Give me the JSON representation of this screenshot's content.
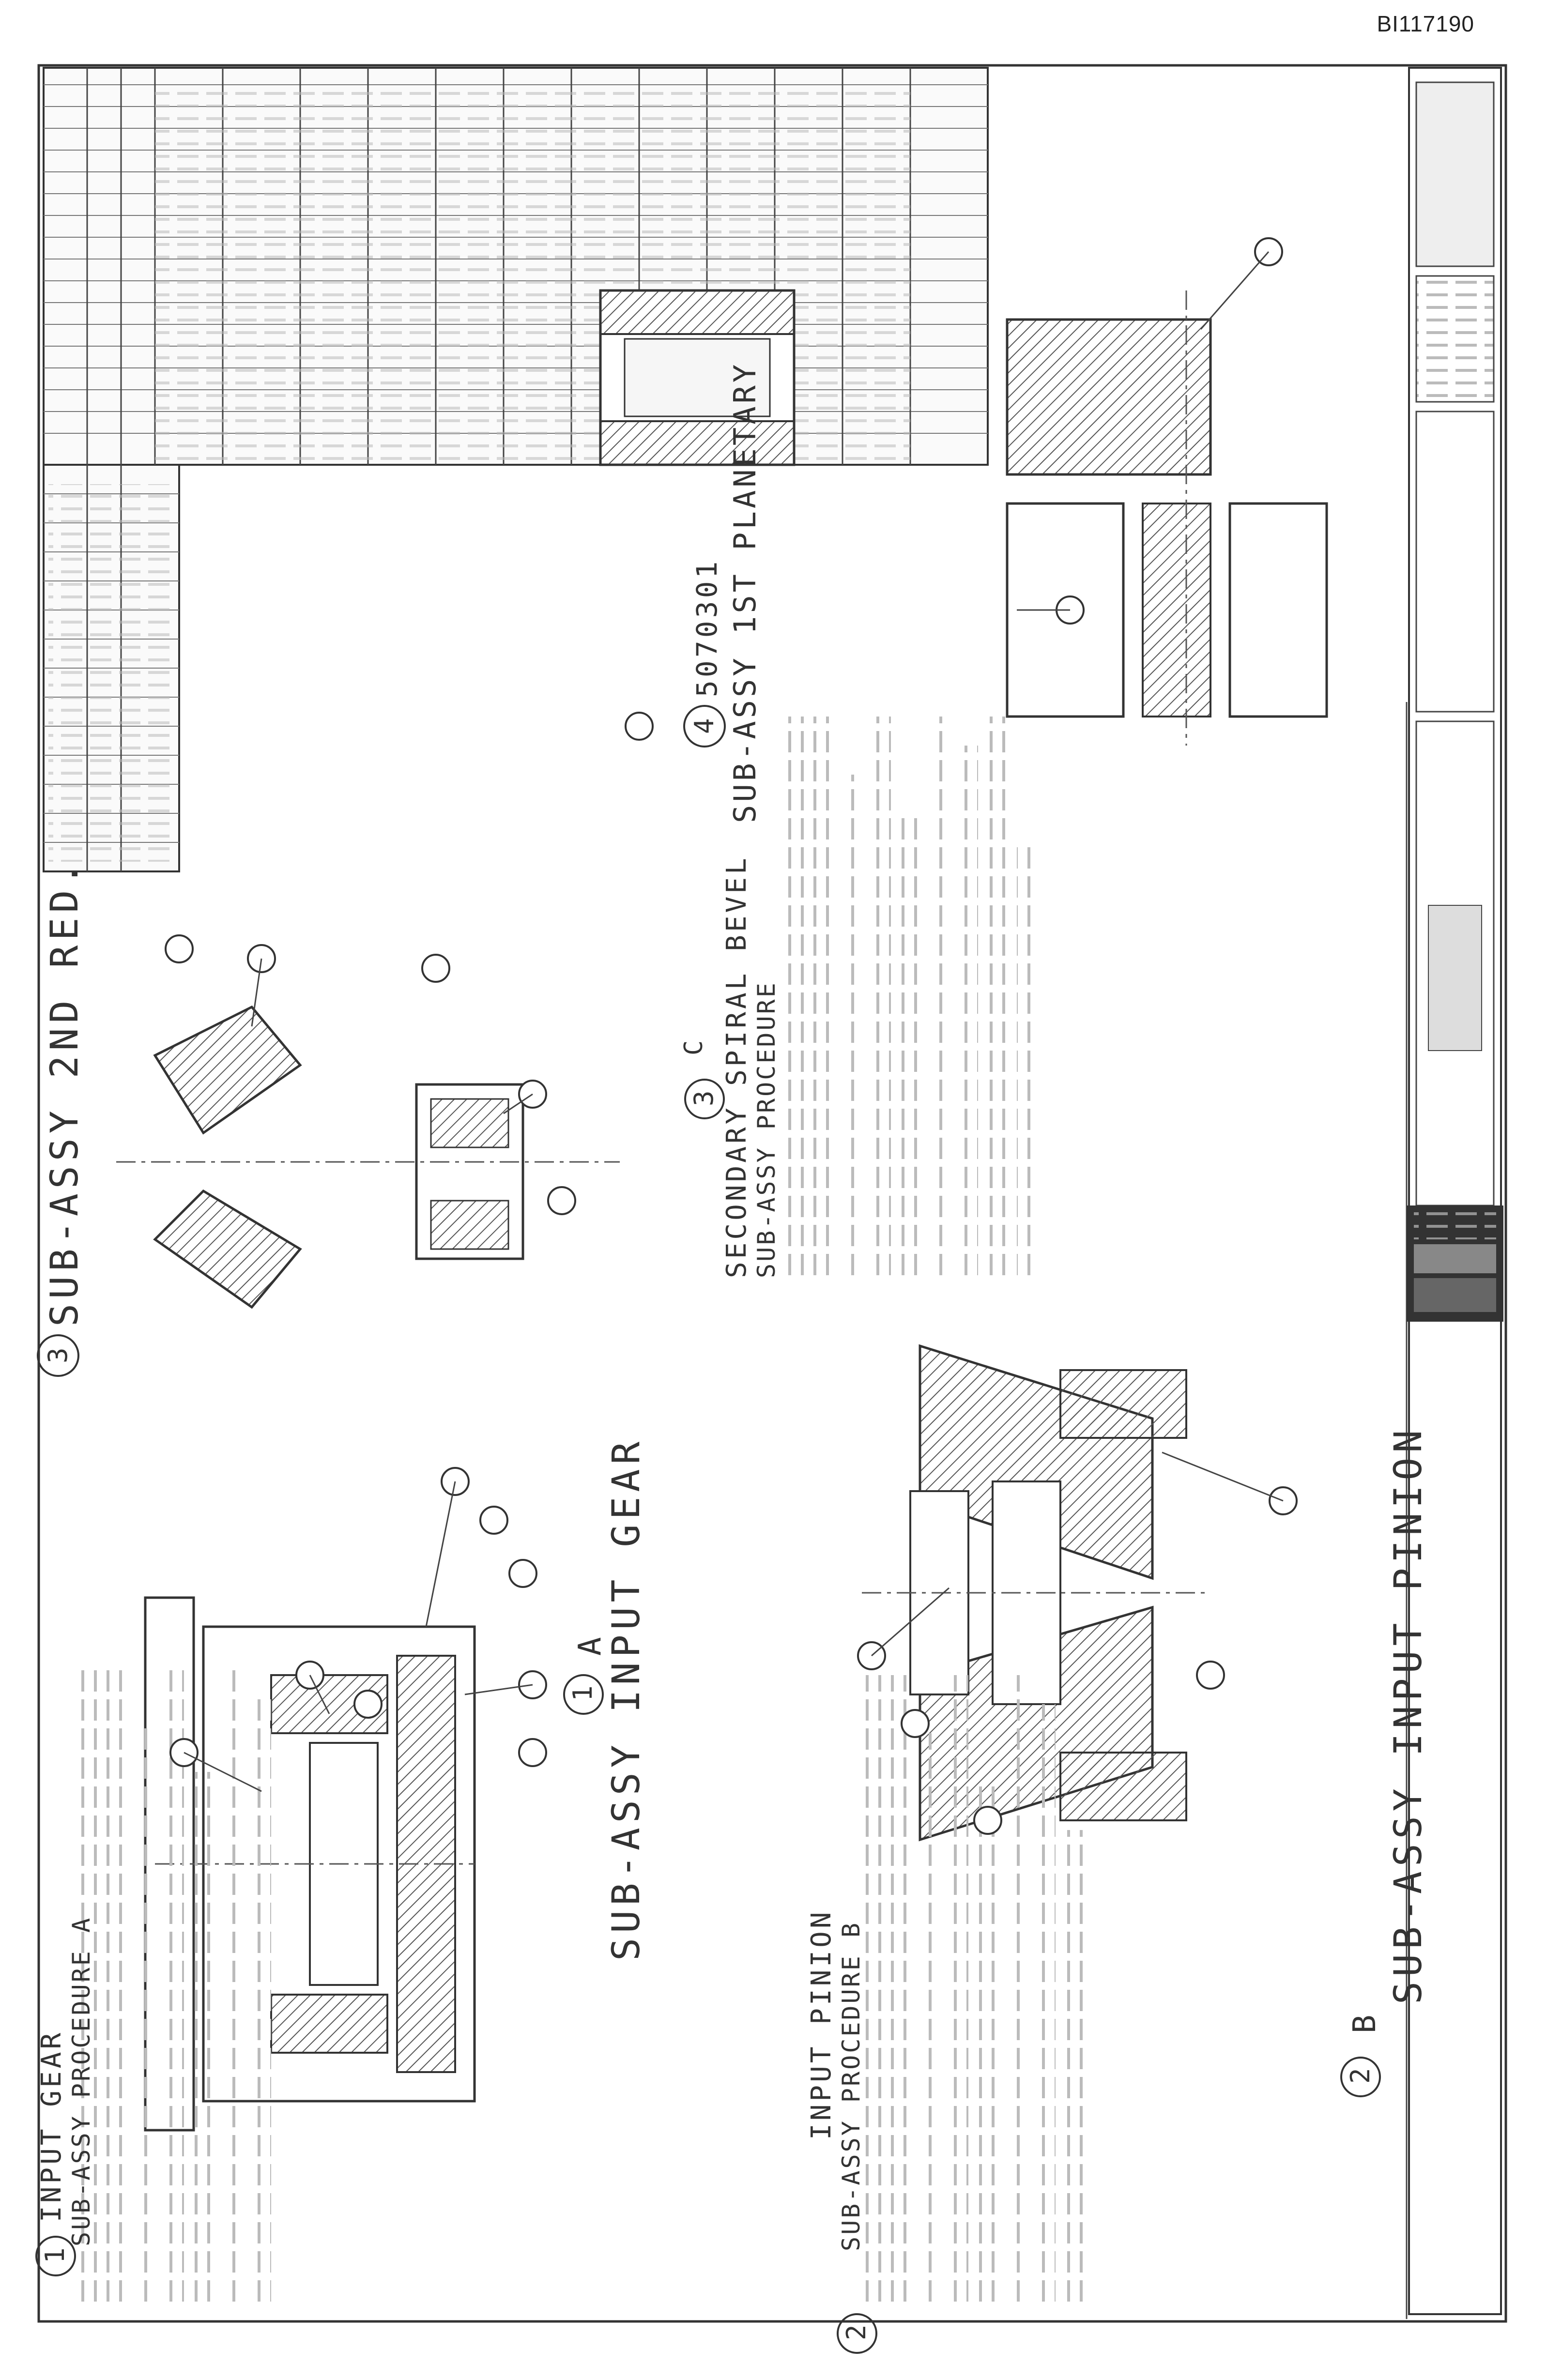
{
  "drawing_number": "BI117190",
  "views": {
    "input_gear_section": {
      "title": "SUB-ASSY INPUT GEAR",
      "marker": "1",
      "suffix": "A"
    },
    "input_pinion_section": {
      "title": "SUB-ASSY INPUT PINION",
      "marker": "2",
      "suffix": "B"
    },
    "second_red_section": {
      "title": "SUB-ASSY 2ND RED.",
      "marker": "3"
    },
    "first_planetary_section": {
      "title": "SUB-ASSY 1ST PLANETARY",
      "marker": "4",
      "part": "5070301"
    }
  },
  "procedures": {
    "input_gear": {
      "title": "INPUT GEAR",
      "subtitle": "SUB-ASSY PROCEDURE A",
      "marker": "1"
    },
    "input_pinion": {
      "title": "INPUT PINION",
      "subtitle": "SUB-ASSY PROCEDURE B",
      "marker": "2"
    },
    "spiral_bevel": {
      "title": "SECONDARY SPIRAL BEVEL",
      "subtitle": "SUB-ASSY PROCEDURE",
      "marker": "3",
      "suffix": "C"
    }
  },
  "colors": {
    "ink": "#2b2b2b",
    "hatch": "#555555",
    "paper": "#ffffff"
  }
}
